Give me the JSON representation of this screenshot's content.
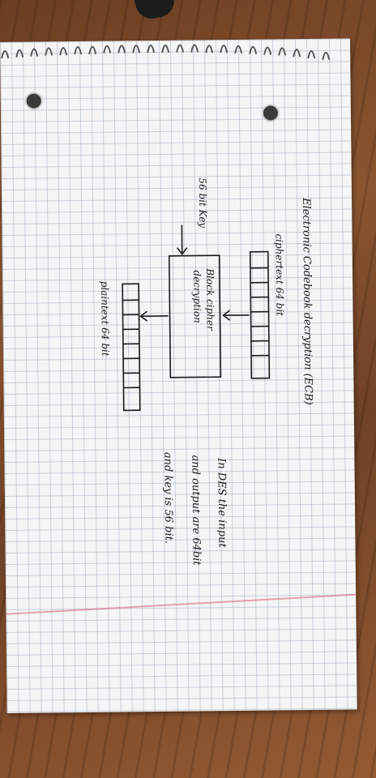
{
  "notebook": {
    "title": "Electronic Codebook decryption (ECB)",
    "ciphertext_label": "ciphertext 64 bit",
    "key_label": "56 bit Key",
    "block_label_line1": "Block cipher",
    "block_label_line2": "decryption",
    "plaintext_label": "plaintext 64 bit",
    "note_line1": "In DES the input",
    "note_line2": "and output are 64bit",
    "note_line3": "and key is 56 bit."
  },
  "colors": {
    "ink": "#1a1a1a",
    "paper": "#f4f5f4",
    "grid": "#8a9cb5",
    "margin_line": "#dc5a78",
    "desk": "#8a5430"
  }
}
